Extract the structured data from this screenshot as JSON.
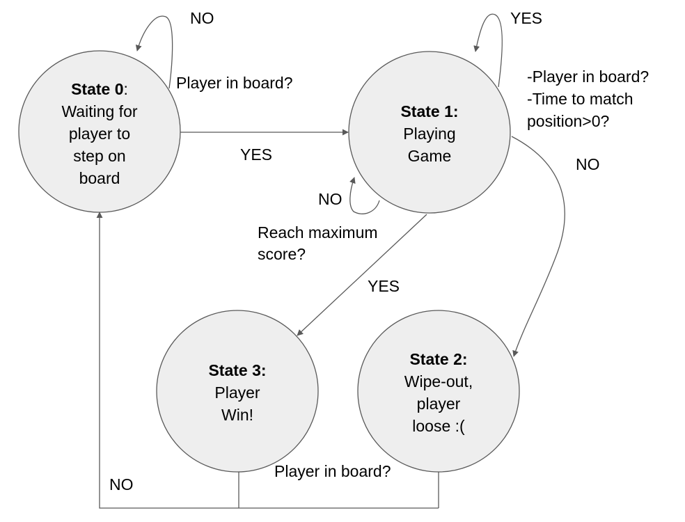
{
  "states": {
    "s0": {
      "title": "State 0",
      "title_suffix": ":",
      "lines": [
        "Waiting for",
        "player to",
        "step on",
        "board"
      ]
    },
    "s1": {
      "title": "State 1:",
      "lines": [
        "Playing",
        "Game"
      ]
    },
    "s2": {
      "title": "State 2:",
      "lines": [
        "Wipe-out,",
        "player",
        "loose :("
      ]
    },
    "s3": {
      "title": "State 3:",
      "lines": [
        "Player",
        "Win!"
      ]
    }
  },
  "edges": {
    "s0_self": {
      "answer": "NO",
      "question": "Player in board?"
    },
    "s0_to_s1": {
      "answer": "YES"
    },
    "s1_self_top": {
      "answer": "YES",
      "question_lines": [
        "-Player in board?",
        "-Time to match",
        "position>0?"
      ]
    },
    "s1_to_s2": {
      "answer": "NO"
    },
    "s1_self_bottom": {
      "answer": "NO",
      "question_lines": [
        "Reach maximum",
        "score?"
      ]
    },
    "s1_to_s3": {
      "answer": "YES"
    },
    "end_to_s0": {
      "answer": "NO",
      "question": "Player in board?"
    }
  },
  "colors": {
    "node_fill": "#eeeeee",
    "stroke": "#595959",
    "text": "#000000"
  }
}
